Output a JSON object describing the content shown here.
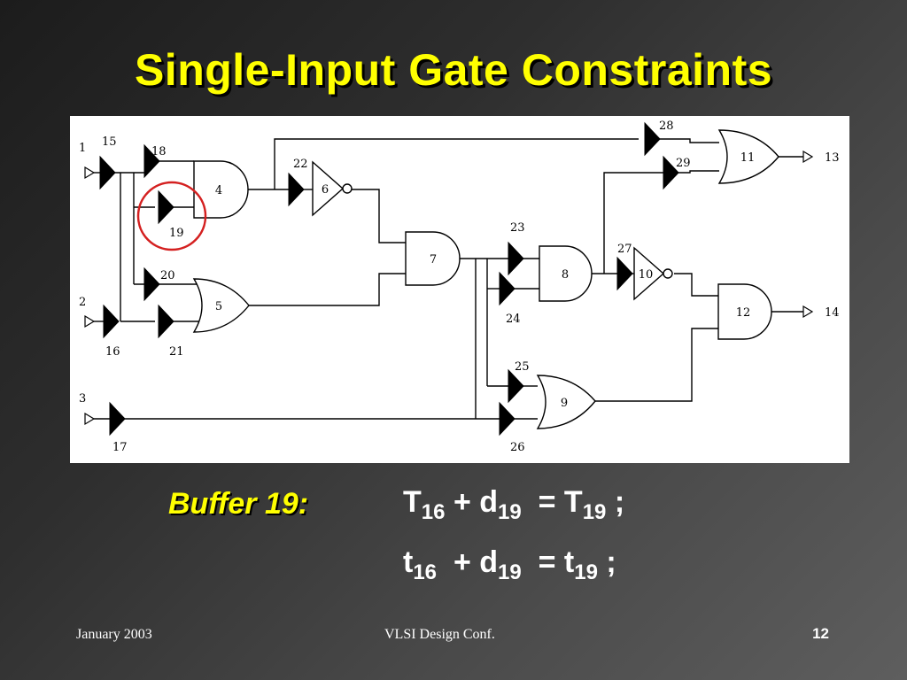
{
  "slide": {
    "title": "Single-Input Gate Constraints",
    "footer_left": "January 2003",
    "footer_center": "VLSI Design Conf.",
    "page_number": "12"
  },
  "diagram": {
    "highlight_color": "#d42020",
    "highlighted_buffer": "19",
    "primary_inputs": [
      "1",
      "2",
      "3"
    ],
    "primary_outputs": [
      "13",
      "14"
    ],
    "gates": {
      "g4": "4",
      "g5": "5",
      "g6": "6",
      "g7": "7",
      "g8": "8",
      "g9": "9",
      "g10": "10",
      "g11": "11",
      "g12": "12"
    },
    "buffers": {
      "b15": "15",
      "b16": "16",
      "b17": "17",
      "b18": "18",
      "b19": "19",
      "b20": "20",
      "b21": "21",
      "b22": "22",
      "b23": "23",
      "b24": "24",
      "b25": "25",
      "b26": "26",
      "b27": "27",
      "b28": "28",
      "b29": "29"
    },
    "pins": {
      "in1": "1",
      "in2": "2",
      "in3": "3",
      "out13": "13",
      "out14": "14"
    }
  },
  "equations": {
    "label": "Buffer 19:",
    "line1": {
      "a": "T",
      "a_sub": "16",
      "op1": "+ d",
      "b_sub": "19",
      "op2": "= T",
      "c_sub": "19",
      "end": ";"
    },
    "line2": {
      "a": "t",
      "a_sub": "16",
      "op1": "+ d",
      "b_sub": "19",
      "op2": "= t",
      "c_sub": "19",
      "end": ";"
    }
  }
}
